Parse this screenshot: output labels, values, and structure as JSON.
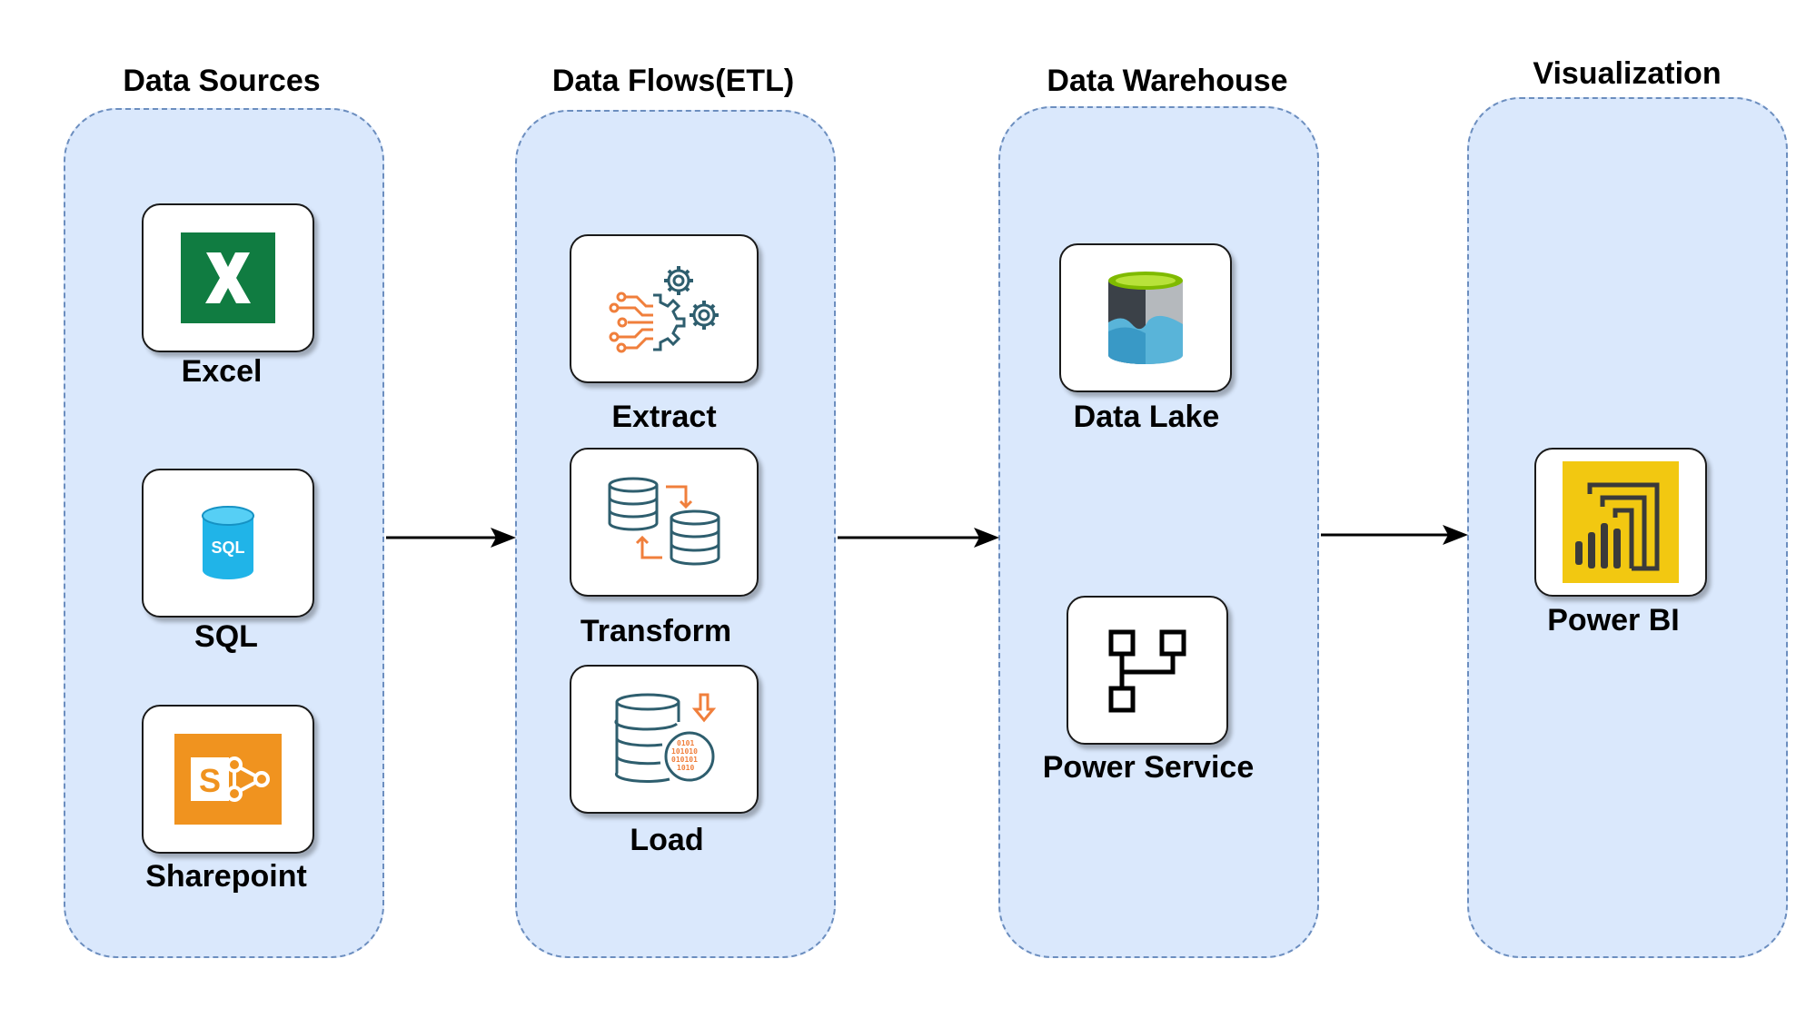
{
  "lanes": {
    "sources": {
      "title": "Data Sources"
    },
    "etl": {
      "title": "Data Flows(ETL)"
    },
    "warehouse": {
      "title": "Data Warehouse"
    },
    "visualization": {
      "title": "Visualization"
    }
  },
  "nodes": {
    "excel": {
      "label": "Excel",
      "icon": "excel-icon"
    },
    "sql": {
      "label": "SQL",
      "icon": "sql-database-icon",
      "icon_text": "SQL"
    },
    "sharepoint": {
      "label": "Sharepoint",
      "icon": "sharepoint-icon",
      "icon_text": "S"
    },
    "extract": {
      "label": "Extract",
      "icon": "gears-extract-icon"
    },
    "transform": {
      "label": "Transform",
      "icon": "database-transform-icon"
    },
    "load": {
      "label": "Load",
      "icon": "database-load-icon"
    },
    "datalake": {
      "label": "Data Lake",
      "icon": "data-lake-icon"
    },
    "powerservice": {
      "label": "Power Service",
      "icon": "flow-diagram-icon"
    },
    "powerbi": {
      "label": "Power BI",
      "icon": "power-bi-icon"
    }
  },
  "connections": [
    {
      "from": "Data Sources",
      "to": "Data Flows(ETL)"
    },
    {
      "from": "Data Flows(ETL)",
      "to": "Data Warehouse"
    },
    {
      "from": "Data Warehouse",
      "to": "Visualization"
    }
  ],
  "colors": {
    "lane_fill": "#dae8fc",
    "lane_border": "#6c8ebf",
    "excel_green": "#107c41",
    "sql_blue": "#20b4e8",
    "sharepoint_orange": "#f0931f",
    "etl_teal": "#2e5e6e",
    "etl_orange": "#f07f3c",
    "powerbi_yellow": "#f2c811"
  }
}
